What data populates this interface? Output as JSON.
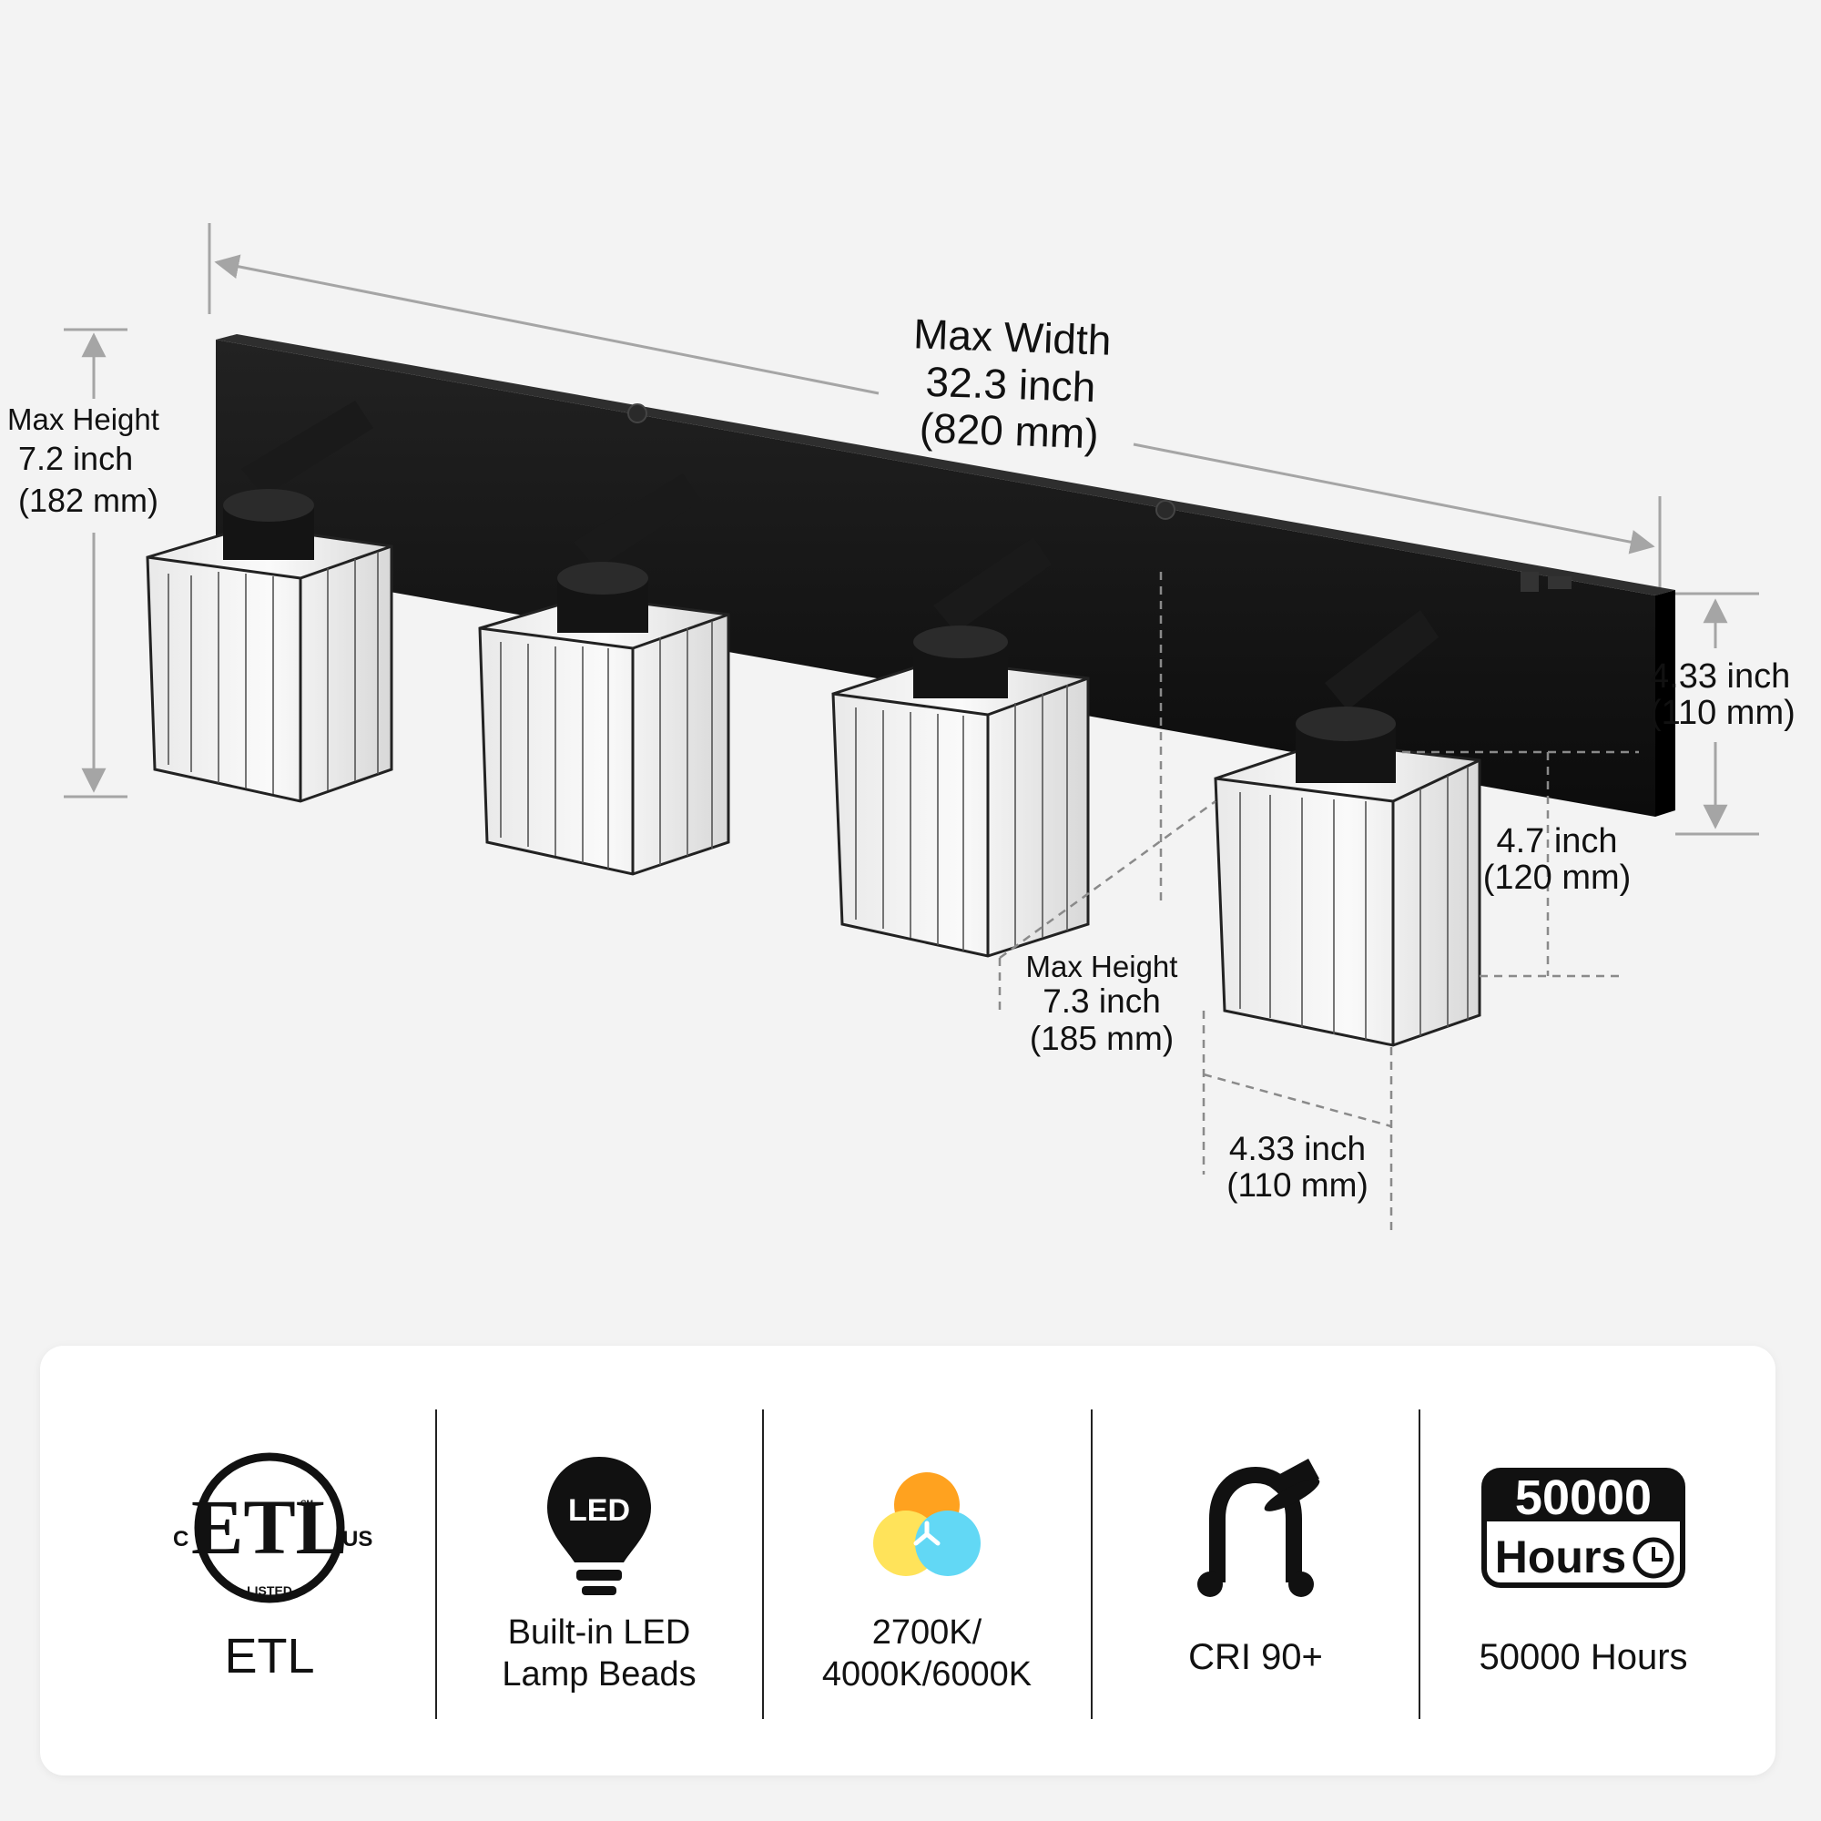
{
  "dimensions": {
    "max_width": {
      "label": "Max Width",
      "inch": "32.3 inch",
      "mm": "(820 mm)"
    },
    "max_height_left": {
      "label": "Max Height",
      "inch": "7.2 inch",
      "mm": "(182 mm)"
    },
    "backplate_height": {
      "inch": "4.33 inch",
      "mm": "(110 mm)"
    },
    "shade_depth": {
      "inch": "4.7 inch",
      "mm": "(120 mm)"
    },
    "max_height_right": {
      "label": "Max Height",
      "inch": "7.3 inch",
      "mm": "(185 mm)"
    },
    "shade_width": {
      "inch": "4.33 inch",
      "mm": "(110 mm)"
    }
  },
  "features": [
    {
      "icon": "etl-listed-icon",
      "icon_text": {
        "main": "ETL",
        "left": "C",
        "right": "US",
        "bottom": "LISTED",
        "small": "CM"
      },
      "lines": [
        "ETL"
      ]
    },
    {
      "icon": "led-bulb-icon",
      "icon_text": {
        "main": "LED"
      },
      "lines": [
        "Built-in LED",
        "Lamp Beads"
      ]
    },
    {
      "icon": "color-temperature-icon",
      "lines": [
        "2700K/",
        "4000K/6000K"
      ]
    },
    {
      "icon": "cri-icon",
      "lines": [
        "CRI 90+"
      ]
    },
    {
      "icon": "lifespan-icon",
      "icon_text": {
        "number": "50000",
        "unit": "Hours"
      },
      "lines": [
        "50000 Hours"
      ]
    }
  ],
  "colors": {
    "background": "#f3f3f3",
    "fixture_black": "#141414",
    "dimension_gray": "#8a8a8a",
    "warm_orange": "#ffa21f",
    "warm_yellow": "#ffe35a",
    "cool_cyan": "#62d8f5"
  }
}
